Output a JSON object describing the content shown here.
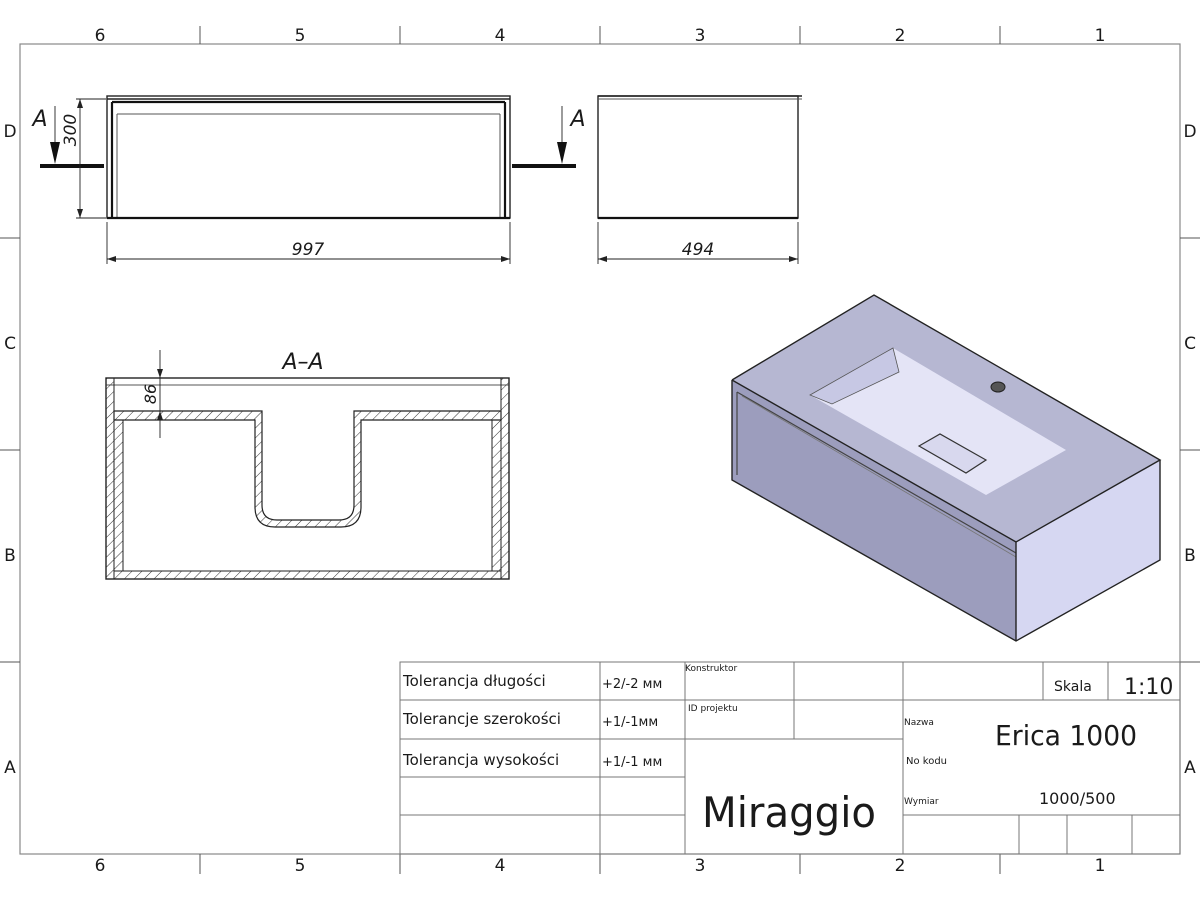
{
  "grid": {
    "columns": [
      "6",
      "5",
      "4",
      "3",
      "2",
      "1"
    ],
    "rows": [
      "D",
      "C",
      "B",
      "A"
    ]
  },
  "views": {
    "section_marker": "A",
    "section_title": "A–A",
    "dim_width": "997",
    "dim_depth": "494",
    "dim_height": "300",
    "dim_section": "86"
  },
  "title_block": {
    "tol_length_label": "Tolerancja długości",
    "tol_length_value": "+2/-2 мм",
    "tol_width_label": "Tolerancje szerokości",
    "tol_width_value": "+1/-1мм",
    "tol_height_label": "Tolerancja wysokości",
    "tol_height_value": "+1/-1 мм",
    "constructor_label": "Konstruktor",
    "project_label": "ID projektu",
    "company": "Miraggio",
    "scale_label": "Skala",
    "scale_value": "1:10",
    "name_label": "Nazwa",
    "name_value": "Erica 1000",
    "code_label": "No kodu",
    "size_label": "Wymiar",
    "size_value": "1000/500"
  },
  "colors": {
    "iso_top": "#b6b7d2",
    "iso_front": "#9c9dbd",
    "iso_side": "#d6d7f2",
    "iso_basin": "#e4e4f6"
  }
}
